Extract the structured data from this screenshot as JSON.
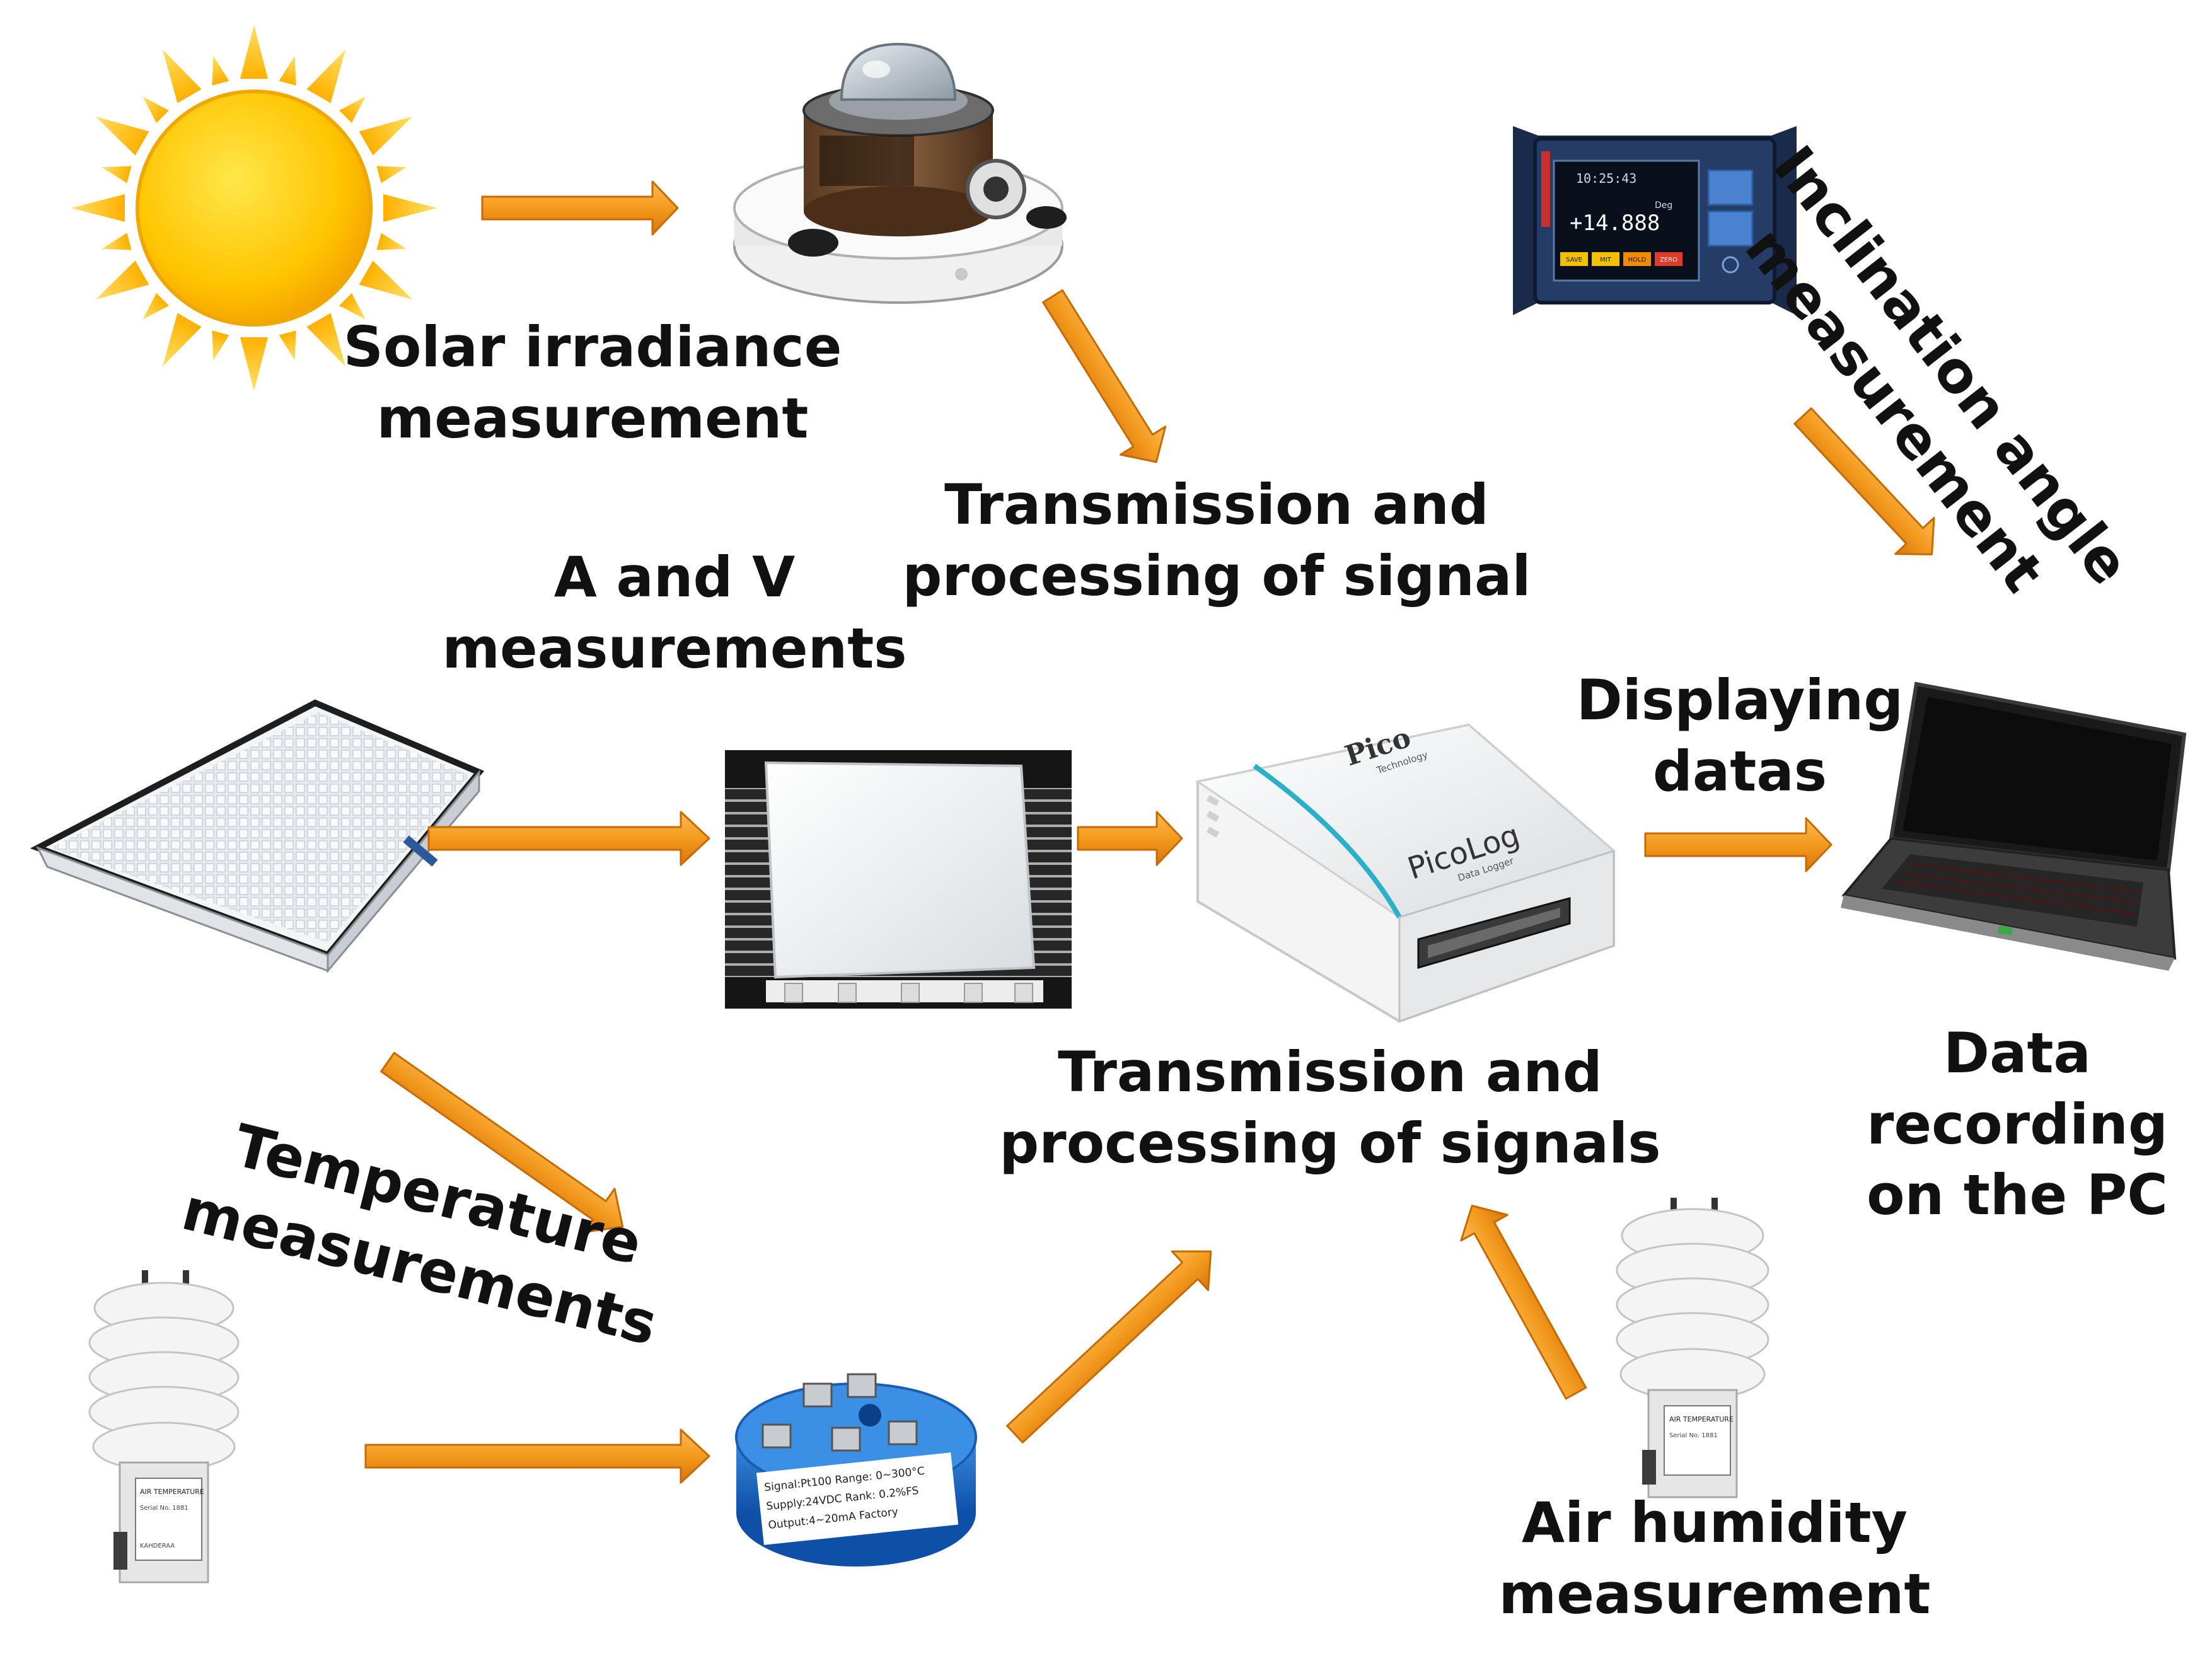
{
  "labels": {
    "solar": [
      "Solar irradiance",
      "measurement"
    ],
    "transmission_signal": [
      "Transmission and",
      "processing of signal"
    ],
    "av": [
      "A and V",
      "measurements"
    ],
    "inclination": [
      "Inclination angle",
      "measurement"
    ],
    "displaying": [
      "Displaying",
      "datas"
    ],
    "transmission_signals": [
      "Transmission and",
      "processing of signals"
    ],
    "data_recording": [
      "Data",
      "recording",
      "on the PC"
    ],
    "temperature": [
      "Temperature",
      "measurements"
    ],
    "humidity": [
      "Air humidity",
      "measurement"
    ]
  },
  "devices": {
    "inclinometer_time": "10:25:43",
    "inclinometer_reading": "+14.888",
    "inclinometer_unit": "Deg",
    "inclinometer_buttons": [
      "SAVE",
      "MIT",
      "HOLD",
      "ZERO"
    ],
    "pico_brand": "Pico",
    "pico_brand_sub": "Technology",
    "picolog_name": "PicoLog",
    "picolog_sub": "Data Logger",
    "transmitter_lines": [
      "Signal:Pt100   Range: 0~300°C",
      "Supply:24VDC   Rank: 0.2%FS",
      "Output:4~20mA   Factory"
    ],
    "sensor_tag_lines": [
      "AIR TEMPERATURE",
      "Serial No. 1881",
      "KAHDERAA"
    ]
  },
  "colors": {
    "arrow": "#f39a1e",
    "arrow_dark": "#d8760a",
    "sun": "#ffc400",
    "text": "#111111"
  }
}
